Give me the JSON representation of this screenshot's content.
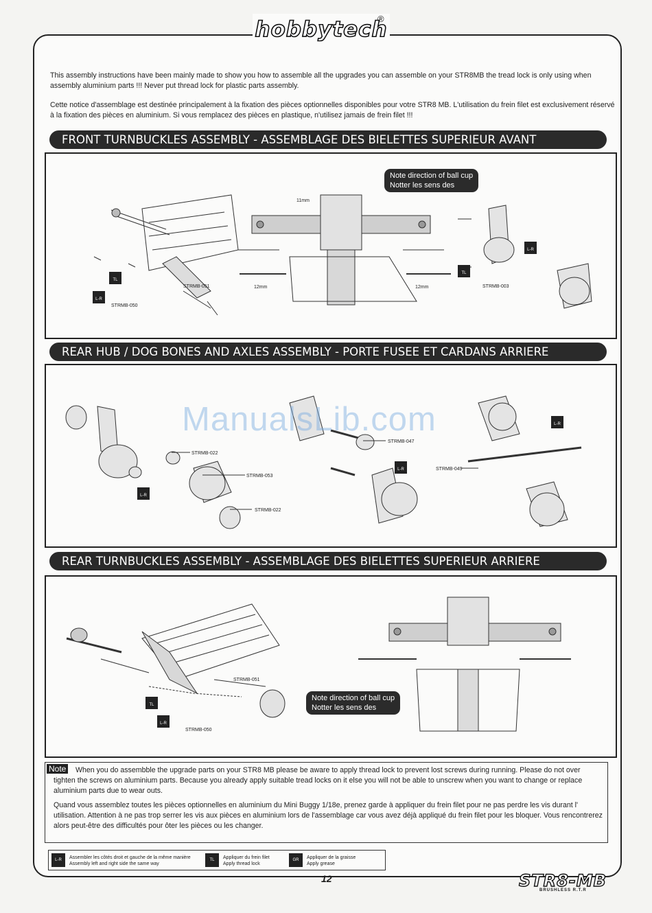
{
  "header": {
    "brand": "hobbytech",
    "registered": "®"
  },
  "intro": {
    "en": "This assembly instructions have been mainly made to show you how to assemble all the upgrades you can assemble on your STR8MB the tread lock is only using when assembly aluminium parts !!! Never put thread lock for plastic parts assembly.",
    "fr": "Cette notice d'assemblage est destinée principalement à la fixation des pièces optionnelles disponibles pour votre STR8 MB. L'utilisation du frein filet est exclusivement réservé à la fixation des pièces en aluminium. Si vous remplacez des pièces en plastique, n'utilisez jamais de frein filet !!!"
  },
  "sections": [
    {
      "title": "FRONT TURNBUCKLES ASSEMBLY  - ASSEMBLAGE DES BIELETTES SUPERIEUR AVANT"
    },
    {
      "title": "REAR HUB / DOG BONES AND AXLES ASSEMBLY - PORTE FUSEE ET CARDANS ARRIERE"
    },
    {
      "title": "REAR TURNBUCKLES ASSEMBLY  - ASSEMBLAGE DES BIELETTES SUPERIEUR ARRIERE"
    }
  ],
  "front": {
    "callout_line1": "Note direction of ball cup",
    "callout_line2": "Notter les sens des",
    "labels": {
      "p051": "STRMB-051",
      "p050": "STRMB-050",
      "p003": "STRMB-003",
      "m11": "11mm",
      "m12a": "12mm",
      "m12b": "12mm"
    }
  },
  "rear_hub": {
    "labels": {
      "p022a": "STRMB-022",
      "p053": "STRMB-053",
      "p022b": "STRMB-022",
      "p047": "STRMB-047",
      "p049": "STRMB-049"
    }
  },
  "rear": {
    "callout_line1": "Note direction of ball cup",
    "callout_line2": "Notter les sens des",
    "labels": {
      "p051": "STRMB-051",
      "p050": "STRMB-050"
    }
  },
  "icons": {
    "lr": "L-R",
    "tl": "TL"
  },
  "watermark": "ManualsLib.com",
  "note": {
    "tag": "Note",
    "en": "When you do assembble the upgrade parts on your STR8 MB please be aware to apply thread lock to prevent lost screws during running. Please do not over tighten the screws on aluminium parts. Because you already apply suitable tread locks on it else you will not be able to unscrew when you want to change or replace aluminium parts due to wear outs.",
    "fr": "Quand vous assemblez toutes les pièces optionnelles en aluminium du Mini Buggy 1/18e, prenez garde à appliquer du frein filet pour ne pas perdre les vis durant l' utilisation. Attention à ne pas trop serrer les vis aux pièces en aluminium lors de l'assemblage car vous avez déjà appliqué du frein filet pour les bloquer.  Vous rencontrerez alors peut-être des difficultés pour ôter les pièces ou les changer."
  },
  "legend": {
    "lr_fr": "Assembler les côtés droit et gauche de la même manière",
    "lr_en": "Assembly left and right side the same way",
    "tl_fr": "Appliquer du frein filet",
    "tl_en": "Apply thread lock",
    "gr_fr": "Appliquer de la graisse",
    "gr_en": "Apply grease",
    "icon_lr": "L-R",
    "icon_tl": "TL",
    "icon_gr": "GR"
  },
  "footer": {
    "page": "12",
    "model": "STR8-MB",
    "model_sub": "BRUSHLESS R.T.R"
  }
}
